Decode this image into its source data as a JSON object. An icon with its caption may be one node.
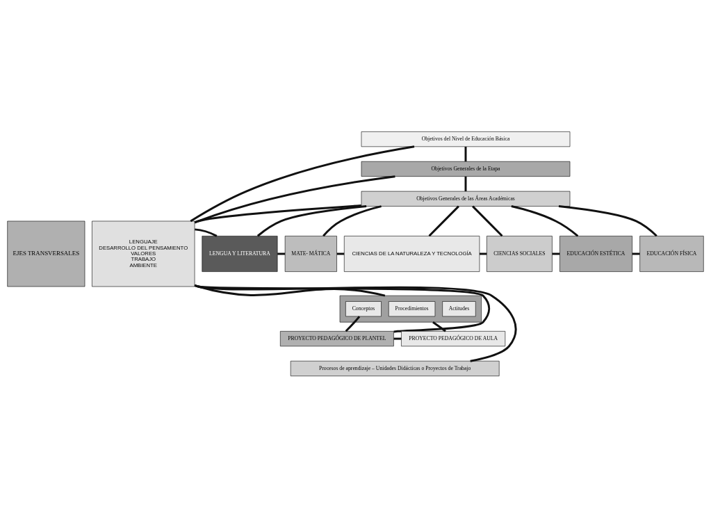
{
  "diagram": {
    "nodes": [
      {
        "text": [
          "EJES TRANSVERSALES"
        ]
      },
      {
        "text": [
          "LENGUAJE",
          "DESARROLLO DEL PENSAMIENTO",
          "VALORES",
          "TRABAJO",
          "AMBIENTE"
        ]
      },
      {
        "text": [
          "Objetivos del Nivel de Educación Básica"
        ]
      },
      {
        "text": [
          "Objetivos Generales de la Etapa"
        ]
      },
      {
        "text": [
          "Objetivos Generales de las Áreas Académicas"
        ]
      },
      {
        "text": [
          "LENGUA Y LITERATURA"
        ]
      },
      {
        "text": [
          "MATE- MÁTICA"
        ]
      },
      {
        "text": [
          "CIENCIAS DE LA NATURALEZA Y TECNOLOGÍA"
        ]
      },
      {
        "text": [
          "CIENCIAS SOCIALES"
        ]
      },
      {
        "text": [
          "EDUCACIÓN ESTÉTICA"
        ]
      },
      {
        "text": [
          "EDUCACIÓN FÍSICA"
        ]
      },
      {
        "text": [],
        "shape": "box"
      },
      {
        "text": [
          "Conceptos"
        ],
        "in": 11
      },
      {
        "text": [
          "Procedimientos"
        ],
        "in": 11
      },
      {
        "text": [
          "Actitudes"
        ],
        "in": 11
      },
      {
        "text": [
          "PROYECTO PEDAGÓGICO DE PLANTEL"
        ]
      },
      {
        "text": [
          "PROYECTO PEDAGÓGICO DE AULA"
        ]
      },
      {
        "text": [
          "Procesos de aprendizaje – Unidades Didácticas o Proyectos de Trabajo"
        ]
      }
    ],
    "edges": [
      {
        "from": 1,
        "to": 2,
        "arrow": "none"
      },
      {
        "from": 2,
        "to": 3,
        "arrow": "none"
      },
      {
        "from": 1,
        "to": 3,
        "arrow": "none"
      },
      {
        "from": 3,
        "to": 4,
        "arrow": "none"
      },
      {
        "from": 1,
        "to": 4,
        "arrow": "none"
      },
      {
        "from": 4,
        "to": 5,
        "arrow": "none"
      },
      {
        "from": 4,
        "to": 6,
        "arrow": "none"
      },
      {
        "from": 4,
        "to": 7,
        "arrow": "none"
      },
      {
        "from": 4,
        "to": 8,
        "arrow": "none"
      },
      {
        "from": 4,
        "to": 9,
        "arrow": "none"
      },
      {
        "from": 4,
        "to": 10,
        "arrow": "none"
      },
      {
        "from": 1,
        "to": 5,
        "arrow": "none"
      },
      {
        "from": 5,
        "to": 6,
        "arrow": "none"
      },
      {
        "from": 6,
        "to": 7,
        "arrow": "none"
      },
      {
        "from": 7,
        "to": 8,
        "arrow": "none"
      },
      {
        "from": 8,
        "to": 9,
        "arrow": "none"
      },
      {
        "from": 9,
        "to": 10,
        "arrow": "none"
      },
      {
        "from": 1,
        "to": 11,
        "arrow": "none"
      },
      {
        "from": 12,
        "to": 15,
        "arrow": "none"
      },
      {
        "from": 11,
        "to": 16,
        "arrow": "none"
      },
      {
        "from": 1,
        "to": 15,
        "arrow": "none"
      },
      {
        "from": 15,
        "to": 16,
        "arrow": "none"
      },
      {
        "from": 1,
        "to": 17,
        "arrow": "none"
      }
    ]
  }
}
